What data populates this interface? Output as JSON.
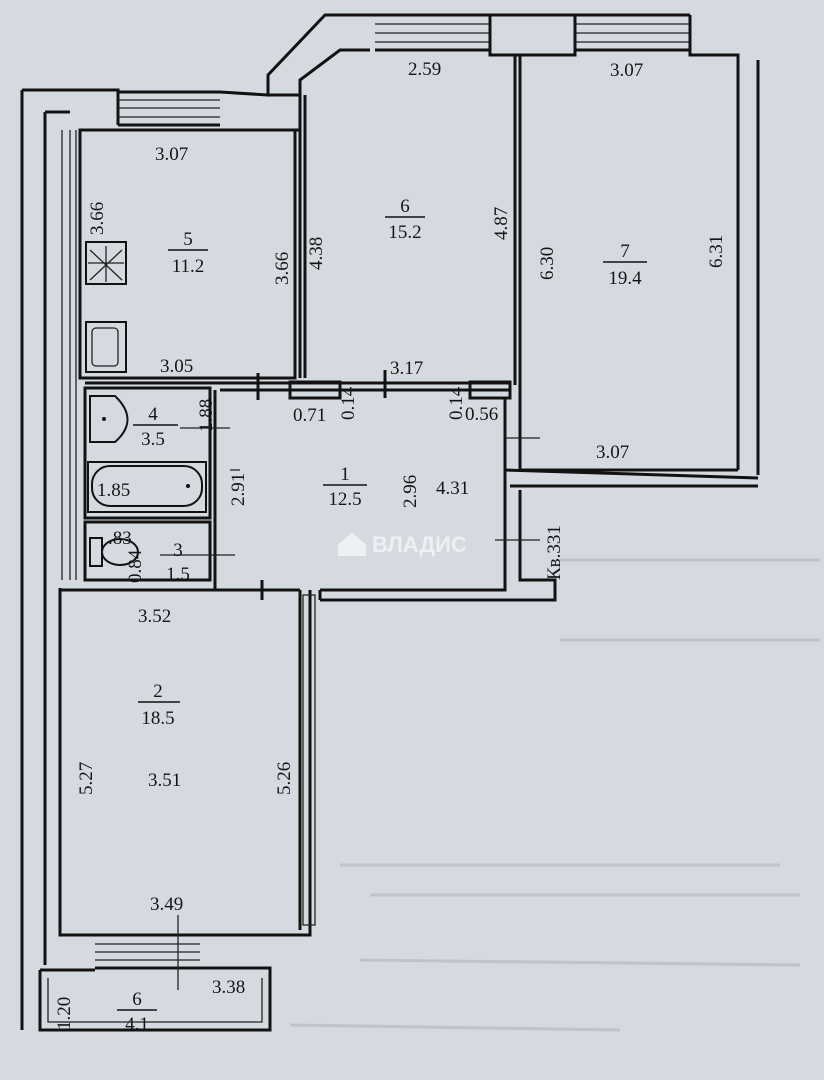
{
  "plan": {
    "rooms": [
      {
        "number": "1",
        "area": "12.5"
      },
      {
        "number": "2",
        "area": "18.5"
      },
      {
        "number": "3",
        "area": "1.5"
      },
      {
        "number": "4",
        "area": "3.5"
      },
      {
        "number": "5",
        "area": "11.2"
      },
      {
        "number": "6",
        "area": "15.2"
      },
      {
        "number": "7",
        "area": "19.4"
      },
      {
        "number": "6",
        "area": "4.1"
      }
    ],
    "dimensions": {
      "d_259": "2.59",
      "d_307_top": "3.07",
      "d_307_kitchen": "3.07",
      "d_366_a": "3.66",
      "d_366_b": "3.66",
      "d_438": "4.38",
      "d_487": "4.87",
      "d_630": "6.30",
      "d_631": "6.31",
      "d_305": "3.05",
      "d_317": "3.17",
      "d_071": "0.71",
      "d_014a": "0.14",
      "d_014b": "0.14",
      "d_056": "0.56",
      "d_307_room7": "3.07",
      "d_188": "1.88",
      "d_185": "1.85",
      "d_291": "2.91",
      "d_296": "2.96",
      "d_431": "4.31",
      "d_083": ".83",
      "d_084": "0.84",
      "d_352": "3.52",
      "d_527": "5.27",
      "d_351": "3.51",
      "d_526": "5.26",
      "d_349": "3.49",
      "d_338": "3.38",
      "d_120": "1.20"
    },
    "neighbor_label": "Кв.331",
    "watermark": "ВЛАДИС"
  }
}
